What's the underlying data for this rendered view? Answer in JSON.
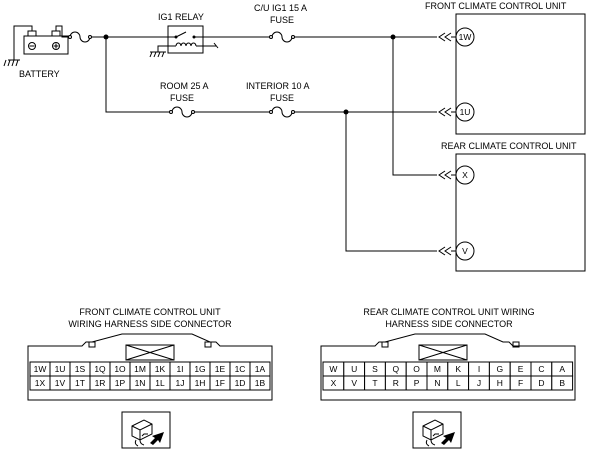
{
  "schematic": {
    "battery_label": "BATTERY",
    "relay_label": "IG1 RELAY",
    "cu_fuse_label_1": "C/U IG1 15 A",
    "cu_fuse_label_2": "FUSE",
    "room_fuse_label_1": "ROOM 25 A",
    "room_fuse_label_2": "FUSE",
    "interior_fuse_label_1": "INTERIOR 10 A",
    "interior_fuse_label_2": "FUSE",
    "front_unit_title": "FRONT CLIMATE CONTROL UNIT",
    "rear_unit_title": "REAR CLIMATE CONTROL UNIT",
    "terminals": {
      "front_top": "1W",
      "front_bottom": "1U",
      "rear_top": "X",
      "rear_bottom": "V"
    }
  },
  "connectors": {
    "front": {
      "title_line1": "FRONT CLIMATE CONTROL UNIT",
      "title_line2": "WIRING HARNESS SIDE CONNECTOR",
      "row1": [
        "1W",
        "1U",
        "1S",
        "1Q",
        "1O",
        "1M",
        "1K",
        "1I",
        "1G",
        "1E",
        "1C",
        "1A"
      ],
      "row2": [
        "1X",
        "1V",
        "1T",
        "1R",
        "1P",
        "1N",
        "1L",
        "1J",
        "1H",
        "1F",
        "1D",
        "1B"
      ]
    },
    "rear": {
      "title_line1": "REAR CLIMATE CONTROL UNIT WIRING",
      "title_line2": "HARNESS SIDE CONNECTOR",
      "row1": [
        "W",
        "U",
        "S",
        "Q",
        "O",
        "M",
        "K",
        "I",
        "G",
        "E",
        "C",
        "A"
      ],
      "row2": [
        "X",
        "V",
        "T",
        "R",
        "P",
        "N",
        "L",
        "J",
        "H",
        "F",
        "D",
        "B"
      ]
    }
  }
}
